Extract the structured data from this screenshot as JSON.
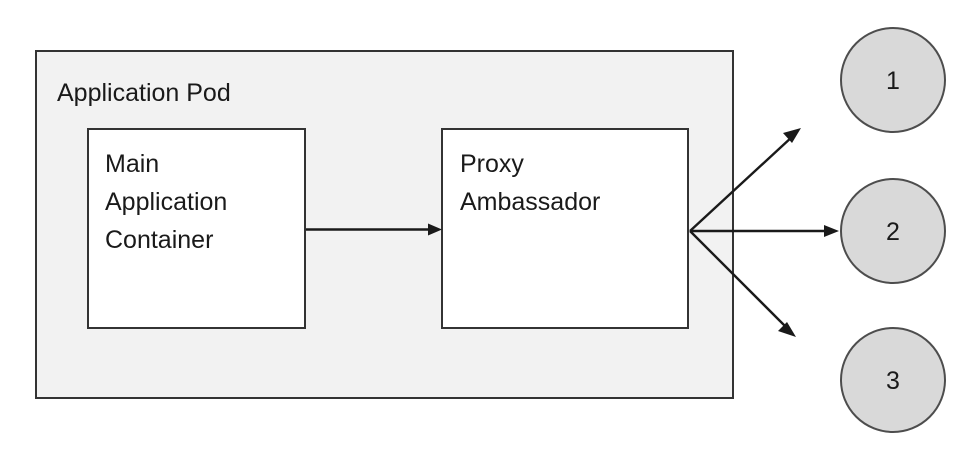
{
  "diagram": {
    "type": "ambassador-sidecar-pattern",
    "background_color": "#FFFFFF",
    "pod": {
      "label": "Application Pod",
      "fill_color": "#F2F2F2",
      "stroke_color": "#333333"
    },
    "boxes": [
      {
        "id": "main-application-container",
        "lines": [
          "Main",
          "Application",
          "Container"
        ],
        "fill_color": "#FFFFFF",
        "stroke_color": "#333333"
      },
      {
        "id": "proxy-ambassador",
        "lines": [
          "Proxy",
          "Ambassador"
        ],
        "fill_color": "#FFFFFF",
        "stroke_color": "#333333"
      }
    ],
    "endpoints": [
      {
        "id": "endpoint-1",
        "label": "1",
        "fill_color": "#D9D9D9",
        "stroke_color": "#4D4D4D"
      },
      {
        "id": "endpoint-2",
        "label": "2",
        "fill_color": "#D9D9D9",
        "stroke_color": "#4D4D4D"
      },
      {
        "id": "endpoint-3",
        "label": "3",
        "fill_color": "#D9D9D9",
        "stroke_color": "#4D4D4D"
      }
    ],
    "connections": [
      {
        "id": "main-to-proxy",
        "from": "main-application-container",
        "to": "proxy-ambassador",
        "style": "arrow",
        "color": "#1A1A1A"
      },
      {
        "id": "proxy-to-endpoint-1",
        "from": "proxy-ambassador",
        "to": "endpoint-1",
        "style": "arrow",
        "color": "#1A1A1A"
      },
      {
        "id": "proxy-to-endpoint-2",
        "from": "proxy-ambassador",
        "to": "endpoint-2",
        "style": "arrow",
        "color": "#1A1A1A"
      },
      {
        "id": "proxy-to-endpoint-3",
        "from": "proxy-ambassador",
        "to": "endpoint-3",
        "style": "arrow",
        "color": "#1A1A1A"
      }
    ]
  }
}
